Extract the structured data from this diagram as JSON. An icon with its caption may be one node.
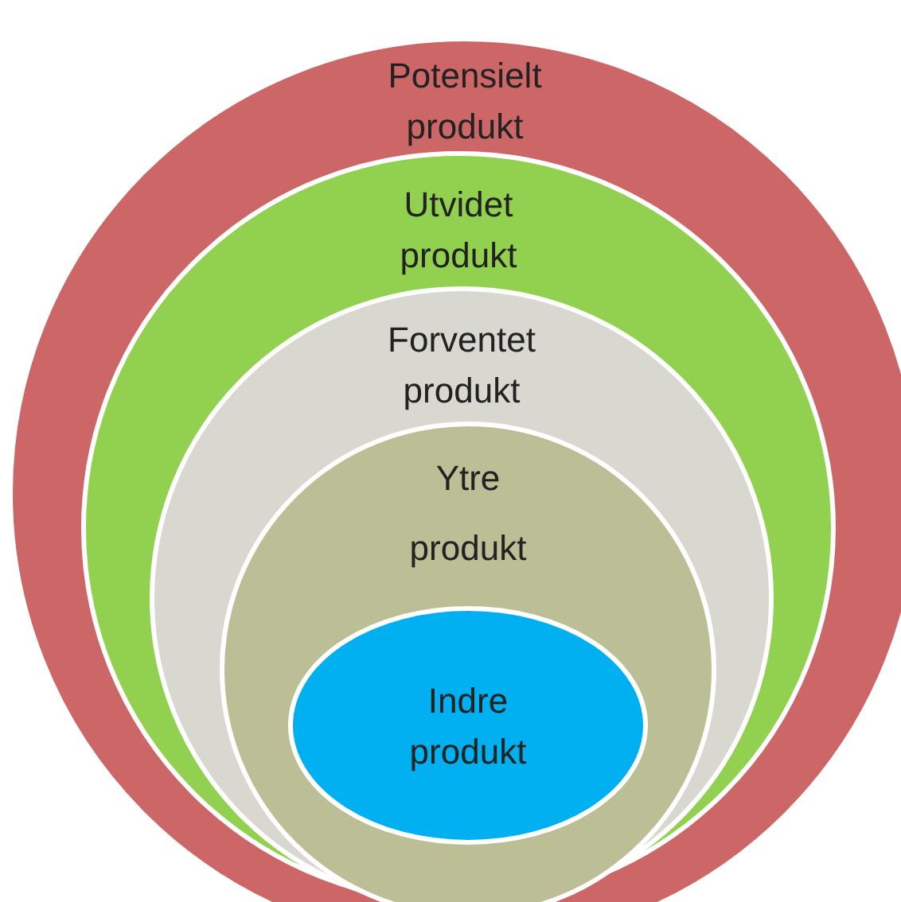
{
  "diagram": {
    "nodes": [
      {
        "text": [
          "Potensielt produkt"
        ]
      },
      {
        "text": [
          "Utvidet produkt"
        ],
        "in": 0
      },
      {
        "text": [
          "Forventet produkt"
        ],
        "in": 1
      },
      {
        "text": [
          "Ytre produkt"
        ],
        "in": 2
      },
      {
        "text": [
          "Indre produkt"
        ],
        "in": 3
      }
    ]
  }
}
